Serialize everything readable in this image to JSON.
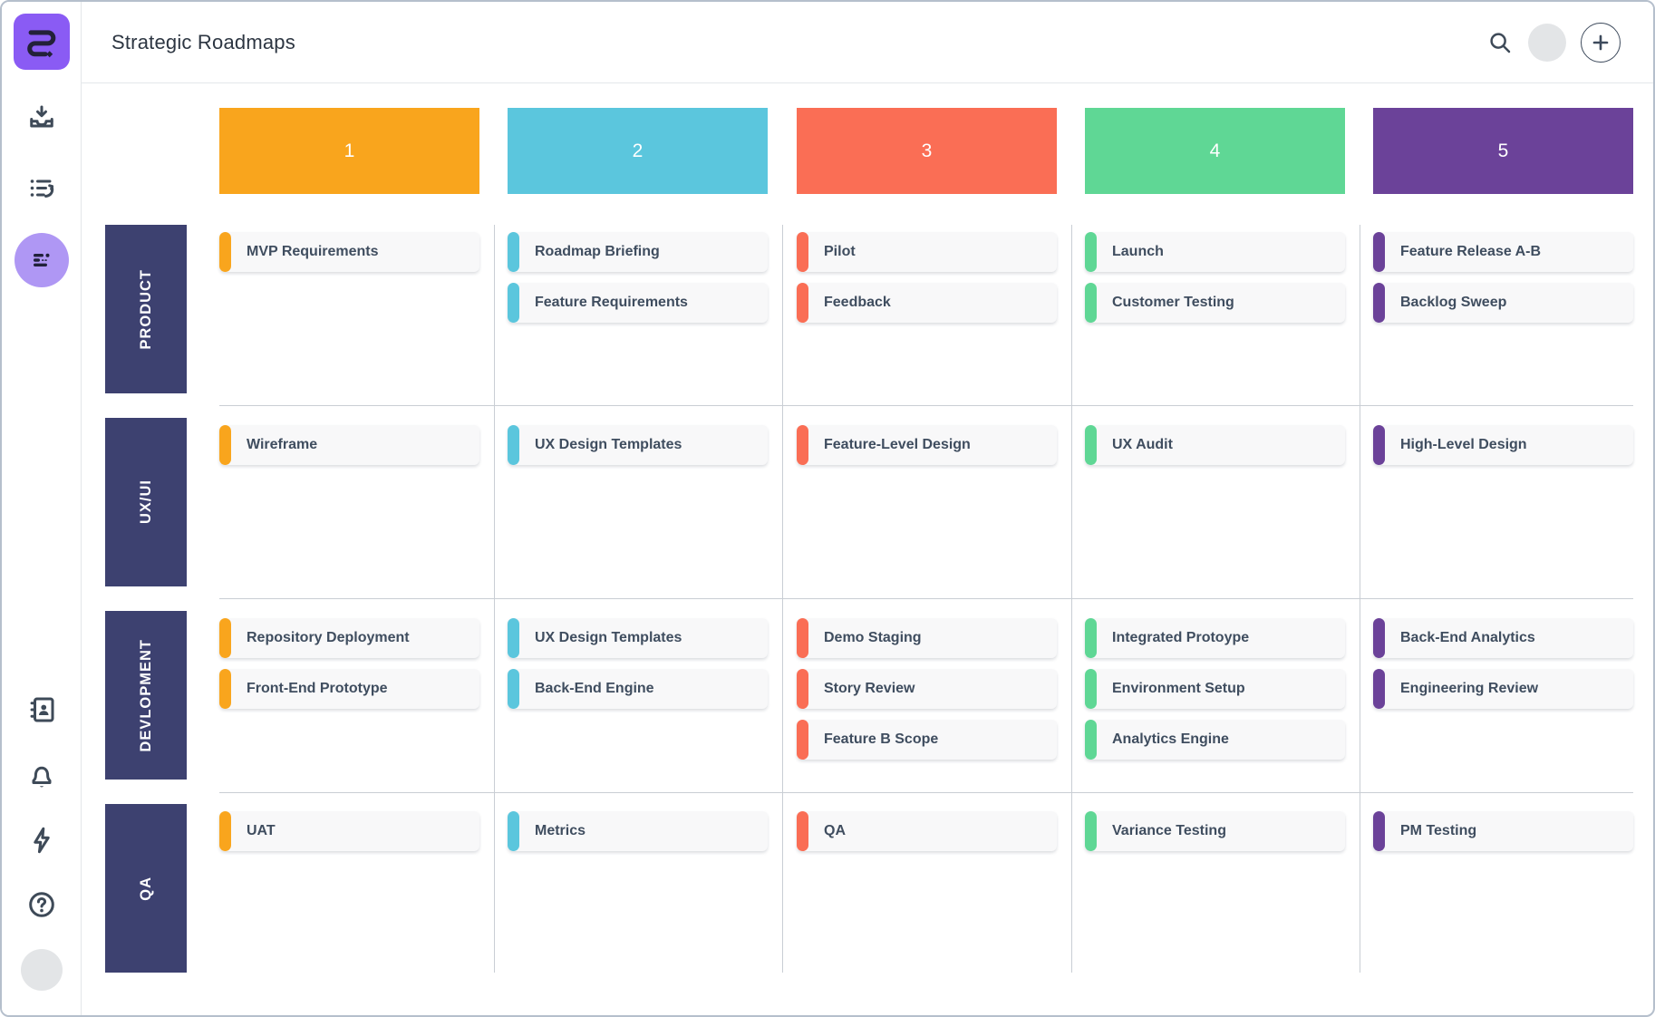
{
  "app": {
    "brand_color": "#8a5bf4",
    "active_item_color": "#af97f4",
    "row_label_color": "#3d4170"
  },
  "header": {
    "title": "Strategic Roadmaps",
    "icons": [
      "search-icon",
      "avatar",
      "add-button"
    ]
  },
  "sidebar": {
    "items": [
      {
        "icon": "app-logo"
      },
      {
        "icon": "inbox-download-icon"
      },
      {
        "icon": "backlog-list-icon"
      },
      {
        "icon": "roadmap-icon",
        "active": true
      },
      {
        "icon": "address-book-icon"
      },
      {
        "icon": "bell-icon"
      },
      {
        "icon": "lightning-icon"
      },
      {
        "icon": "help-icon"
      },
      {
        "icon": "user-avatar"
      }
    ]
  },
  "board": {
    "columns": [
      {
        "label": "1",
        "color": "#f9a51d"
      },
      {
        "label": "2",
        "color": "#5bc6dd"
      },
      {
        "label": "3",
        "color": "#fa6e55"
      },
      {
        "label": "4",
        "color": "#5fd795"
      },
      {
        "label": "5",
        "color": "#6b4299"
      }
    ],
    "rows": [
      {
        "label": "PRODUCT",
        "cells": [
          [
            "MVP Requirements"
          ],
          [
            "Roadmap Briefing",
            "Feature Requirements"
          ],
          [
            "Pilot",
            "Feedback"
          ],
          [
            "Launch",
            "Customer Testing"
          ],
          [
            "Feature Release A-B",
            "Backlog Sweep"
          ]
        ]
      },
      {
        "label": "UX/UI",
        "cells": [
          [
            "Wireframe"
          ],
          [
            "UX Design Templates"
          ],
          [
            "Feature-Level Design"
          ],
          [
            "UX Audit"
          ],
          [
            "High-Level Design"
          ]
        ]
      },
      {
        "label": "DEVLOPMENT",
        "cells": [
          [
            "Repository Deployment",
            "Front-End Prototype"
          ],
          [
            "UX Design Templates",
            "Back-End Engine"
          ],
          [
            "Demo Staging",
            "Story Review",
            "Feature B Scope"
          ],
          [
            "Integrated Protoype",
            "Environment Setup",
            "Analytics Engine"
          ],
          [
            "Back-End Analytics",
            "Engineering Review"
          ]
        ]
      },
      {
        "label": "QA",
        "cells": [
          [
            "UAT"
          ],
          [
            "Metrics"
          ],
          [
            "QA"
          ],
          [
            "Variance Testing"
          ],
          [
            "PM Testing"
          ]
        ]
      }
    ]
  }
}
